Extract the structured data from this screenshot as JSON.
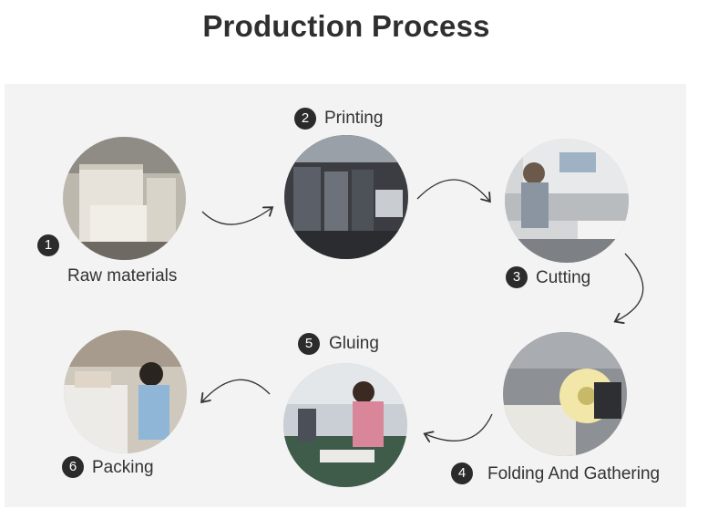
{
  "title": "Production Process",
  "colors": {
    "panel": "#f3f3f3",
    "badge": "#2b2b2b",
    "text": "#333333",
    "arrow": "#333333"
  },
  "steps": [
    {
      "number": "1",
      "label": "Raw materials",
      "icon": "paper-stack-photo"
    },
    {
      "number": "2",
      "label": "Printing",
      "icon": "printing-press-photo"
    },
    {
      "number": "3",
      "label": "Cutting",
      "icon": "paper-cutter-photo"
    },
    {
      "number": "4",
      "label": "Folding And Gathering",
      "icon": "folding-machine-photo"
    },
    {
      "number": "5",
      "label": "Gluing",
      "icon": "gluing-workshop-photo"
    },
    {
      "number": "6",
      "label": "Packing",
      "icon": "packing-workshop-photo"
    }
  ]
}
